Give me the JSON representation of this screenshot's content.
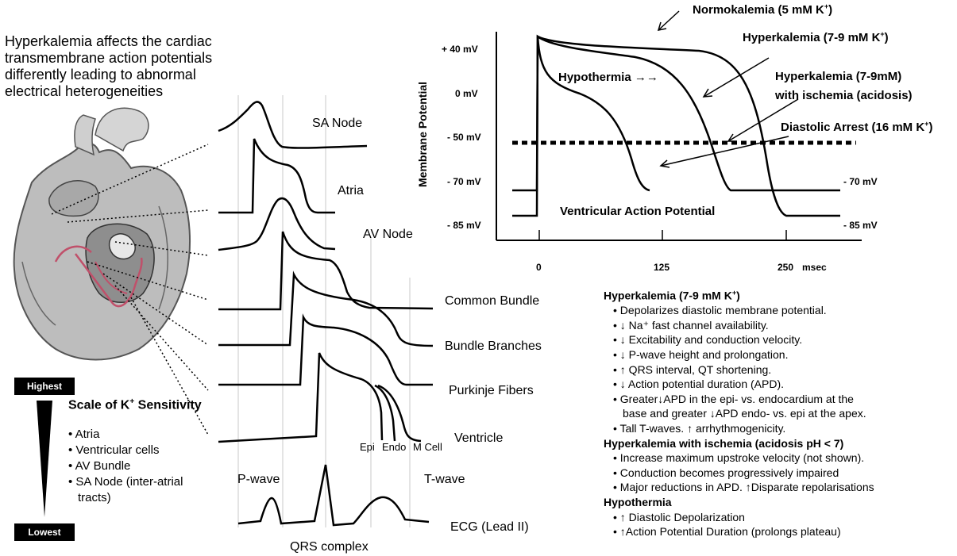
{
  "intro_text": "Hyperkalemia affects the cardiac transmembrane action potentials differently leading to abnormal electrical heterogeneities",
  "tissue_labels": {
    "sa_node": "SA Node",
    "atria": "Atria",
    "av_node": "AV Node",
    "common_bundle": "Common Bundle",
    "bundle_branches": "Bundle Branches",
    "purkinje": "Purkinje Fibers",
    "ventricle": "Ventricle",
    "epi": "Epi",
    "endo": "Endo",
    "mcell": "M Cell",
    "pwave": "P-wave",
    "twave": "T-wave",
    "ecg": "ECG (Lead II)",
    "qrs": "QRS complex"
  },
  "scale": {
    "highest": "Highest",
    "lowest": "Lowest",
    "title_pre": "Scale of K",
    "title_sup": "+",
    "title_post": " Sensitivity",
    "items": [
      "Atria",
      "Ventricular cells",
      "AV Bundle",
      "SA Node (inter-atrial",
      "tracts)"
    ]
  },
  "ap_graph": {
    "ylabel": "Membrane Potential",
    "y_ticks": [
      "+ 40 mV",
      "0 mV",
      "- 50 mV",
      "- 70 mV",
      "- 85 mV"
    ],
    "right_ticks": [
      "- 70 mV",
      "- 85 mV"
    ],
    "x_ticks": [
      "0",
      "125",
      "250"
    ],
    "x_unit": "msec",
    "normo": "Normokalemia (5 mM K",
    "hyper": "Hyperkalemia (7-9 mM K",
    "hyper_isch_1": "Hyperkalemia (7-9mM)",
    "hyper_isch_2": "with ischemia (acidosis)",
    "diastolic": "Diastolic Arrest (16 mM K",
    "close_paren": ")",
    "sup_plus": "+",
    "hypothermia": "Hypothermia →→",
    "title": "Ventricular Action Potential"
  },
  "panel": {
    "h1_pre": "Hyperkalemia (7-9 mM K",
    "h1_sup": "+",
    "h1_post": ")",
    "items1": [
      "• Depolarizes diastolic membrane potential.",
      "• ↓ Na⁺ fast channel availability.",
      "• ↓ Excitability and conduction velocity.",
      "• ↓ P-wave height and prolongation.",
      "• ↑ QRS interval, QT shortening.",
      "• ↓ Action potential duration (APD).",
      "• Greater↓APD in the epi- vs. endocardium at the",
      "base and greater ↓APD endo- vs. epi at the apex.",
      "• Tall T-waves. ↑ arrhythmogenicity."
    ],
    "h2": "Hyperkalemia with ischemia (acidosis pH < 7)",
    "items2": [
      "• Increase maximum upstroke velocity (not shown).",
      "• Conduction becomes progressively impaired",
      "• Major reductions in APD. ↑Disparate repolarisations"
    ],
    "h3": "Hypothermia",
    "items3": [
      "• ↑ Diastolic Depolarization",
      "• ↑Action Potential Duration (prolongs plateau)"
    ]
  }
}
